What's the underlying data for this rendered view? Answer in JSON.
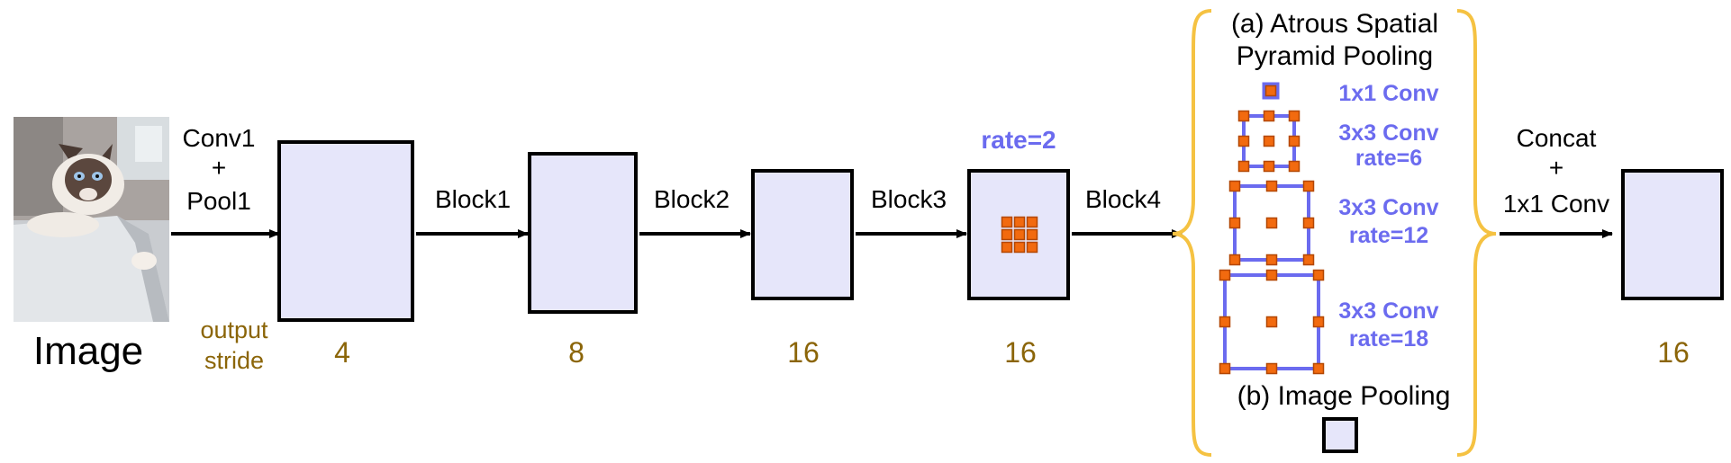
{
  "colors": {
    "background": "#ffffff",
    "block_fill": "#e6e6fa",
    "block_stroke": "#000000",
    "arrow": "#000000",
    "stride_text": "#8b6508",
    "accent_blue": "#6b6bef",
    "kernel_dot": "#f26a0f",
    "kernel_dot_stroke": "#b34700",
    "brace": "#f5c242"
  },
  "input_image": {
    "label": "Image",
    "icon": "photo-of-cat-icon"
  },
  "stride_label": {
    "line1": "output",
    "line2": "stride"
  },
  "stages": {
    "conv1": {
      "line1": "Conv1",
      "line2": "+",
      "line3": "Pool1",
      "stride": "4"
    },
    "block1": {
      "label": "Block1",
      "stride": "8"
    },
    "block2": {
      "label": "Block2",
      "stride": "16"
    },
    "block3": {
      "label": "Block3",
      "rate": "rate=2",
      "stride": "16"
    },
    "block4": {
      "label": "Block4"
    },
    "concat": {
      "line1": "Concat",
      "line2": "+",
      "line3": "1x1 Conv",
      "stride": "16"
    }
  },
  "aspp": {
    "title_line1": "(a) Atrous Spatial",
    "title_line2": "Pyramid Pooling",
    "branches": [
      {
        "line1": "1x1 Conv",
        "line2": ""
      },
      {
        "line1": "3x3 Conv",
        "line2": "rate=6"
      },
      {
        "line1": "3x3 Conv",
        "line2": "rate=12"
      },
      {
        "line1": "3x3 Conv",
        "line2": "rate=18"
      }
    ],
    "image_pooling_label": "(b) Image Pooling"
  }
}
